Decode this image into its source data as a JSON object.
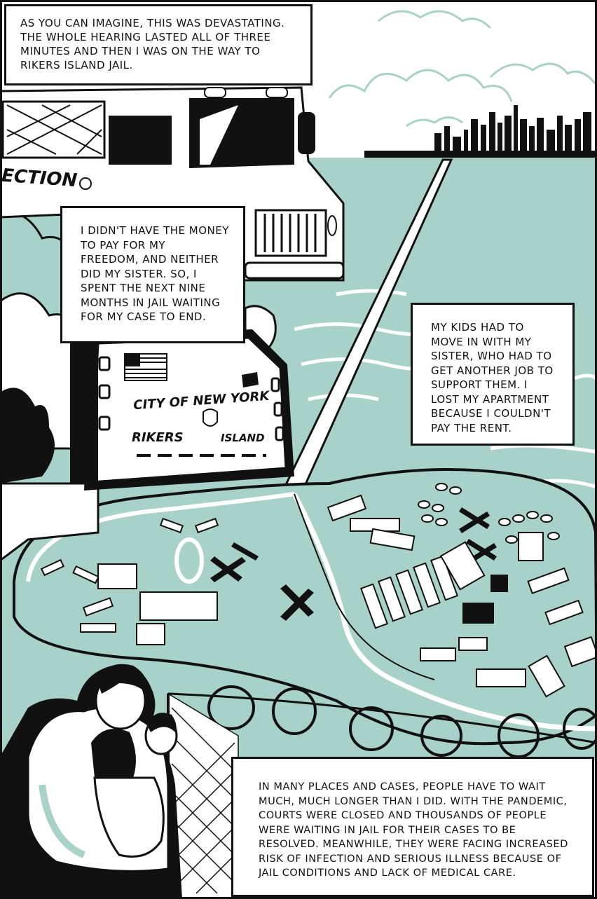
{
  "captions": {
    "top": "As you can imagine, this was devastating.\nThe whole hearing lasted all of three\nminutes and then I was on the way to\nRikers Island Jail.",
    "money": "I didn't have the money\nto pay for my\nfreedom, and neither\ndid my sister. So, I\nspent the next nine\nmonths in jail waiting\nfor my case to end.",
    "kids": "My kids had to\nmove in with my\nsister, who had to\nget another job to\nsupport them. I\nlost my apartment\nbecause I couldn't\npay the rent.",
    "pandemic": "In many places and cases, people have to wait\nmuch, much longer than I did. With the pandemic,\ncourts were closed and thousands of people\nwere waiting in jail for their cases to be\nresolved. Meanwhile, they were facing increased\nrisk of infection and serious illness because of\njail conditions and lack of medical care."
  },
  "bus": {
    "side_text": "ECTION"
  },
  "sign": {
    "line1": "CITY OF NEW YORK",
    "line2_left": "RIKERS",
    "line2_right": "ISLAND"
  },
  "colors": {
    "water": "#a8d1c9",
    "ink": "#111111",
    "paper": "#ffffff"
  }
}
